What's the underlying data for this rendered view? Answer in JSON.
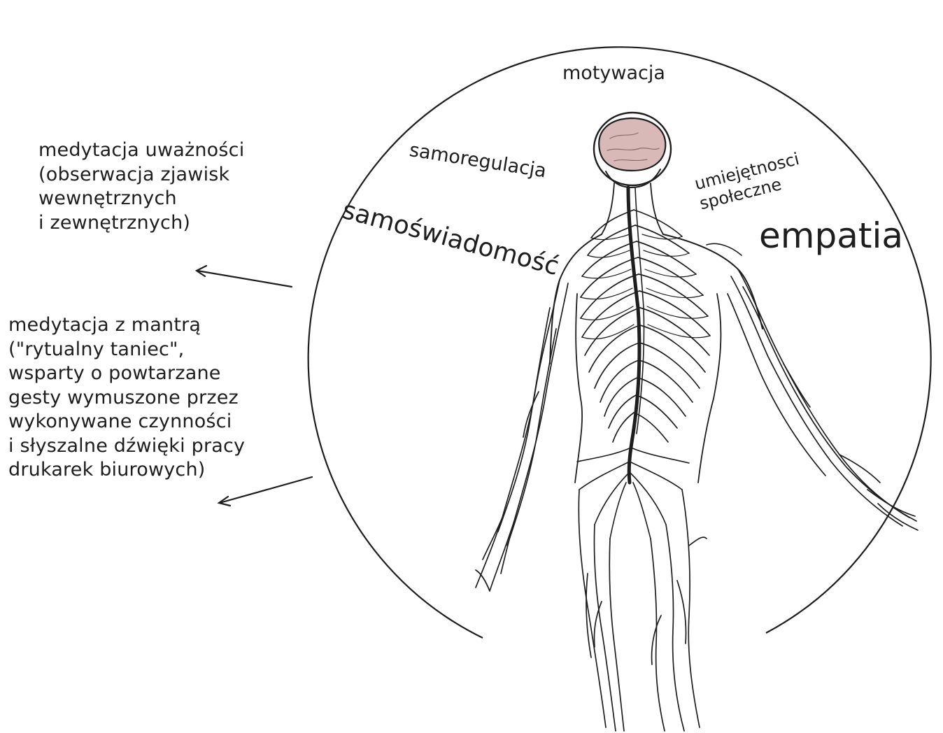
{
  "labels": {
    "mindfulness_meditation": "medytacja uważności\n(obserwacja zjawisk\nwewnętrznych\ni zewnętrznych)",
    "mantra_meditation": "medytacja z mantrą\n(\"rytualny taniec\",\nwsparty o powtarzane\ngesty wymuszone przez\nwykonywane czynności\ni słyszalne dźwięki pracy\ndrukarek biurowych)",
    "motywacja": "motywacja",
    "samoregulacja": "samoregulacja",
    "samoswiadomosc": "samoświadomość",
    "umiejetnosci_spoleczne": "umiejętnosci\nspołeczne",
    "empatia": "empatia"
  },
  "colors": {
    "ink": "#1e1e1e",
    "brain": "#d9b8b8",
    "background": "#ffffff"
  },
  "figure": "human nervous system illustration"
}
